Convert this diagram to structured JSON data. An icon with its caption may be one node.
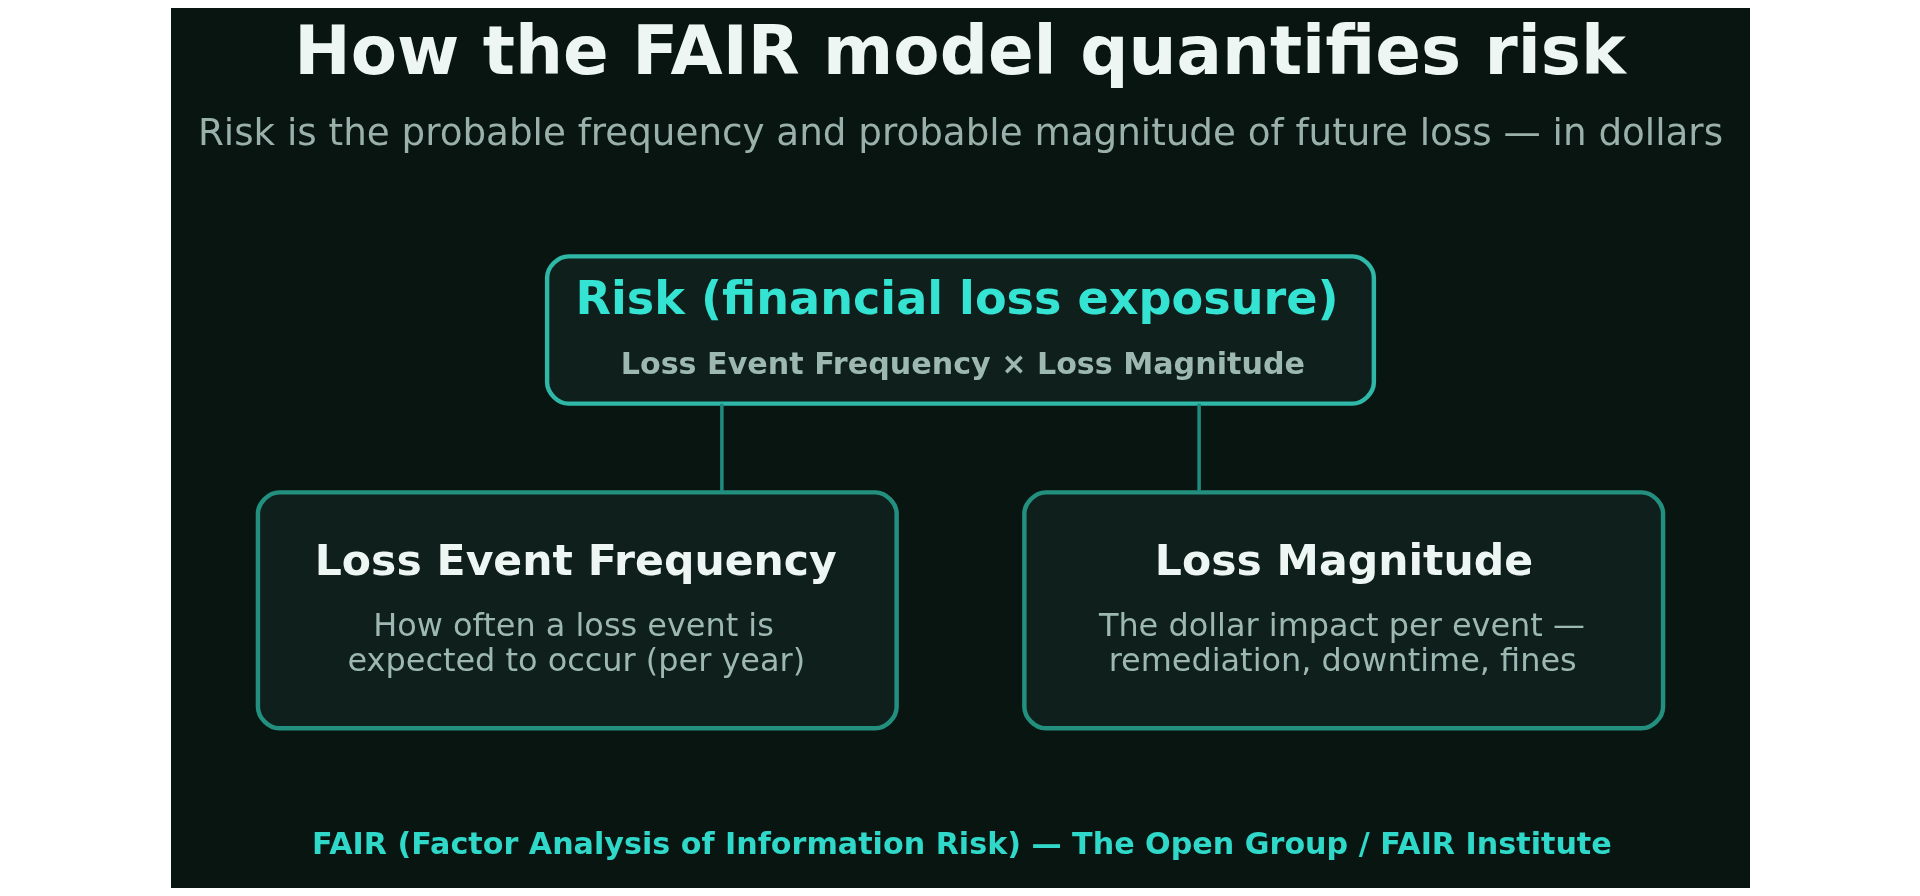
{
  "diagram": {
    "title": "How the FAIR model quantifies risk",
    "caption": "FAIR (Factor Analysis of Information Risk) — The Open Group / FAIR Institute",
    "nodes": [
      {
        "text": [
          "Risk (financial loss exposure)",
          "Loss Event Frequency × Loss Magnitude"
        ]
      },
      {
        "text": [
          "Loss Event Frequency",
          "How often a loss event is expected to occur (per year)"
        ]
      },
      {
        "text": [
          "Loss Magnitude",
          "The dollar impact per event — remediation, downtime, fines"
        ]
      }
    ],
    "edges": [
      {
        "from": 0,
        "to": 1,
        "arrow": "none"
      },
      {
        "from": 0,
        "to": 2,
        "arrow": "none"
      }
    ],
    "labels": [
      "Risk is the probable frequency and probable magnitude of future loss — in dollars"
    ]
  }
}
